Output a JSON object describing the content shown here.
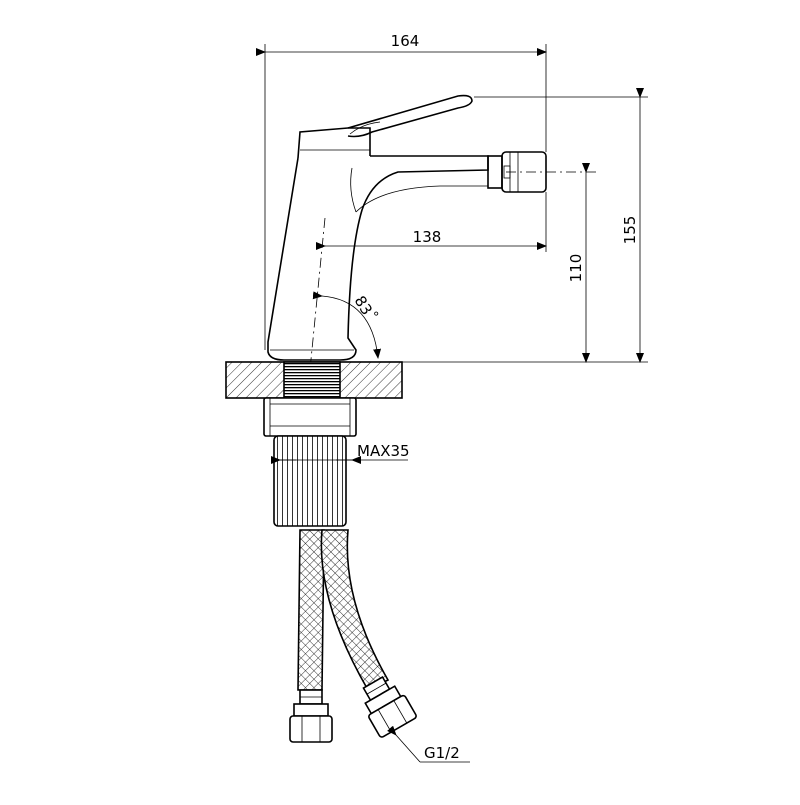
{
  "dimensions": {
    "overall_width": "164",
    "spout_reach": "138",
    "overall_height": "155",
    "spout_height": "110",
    "angle": "83",
    "angle_unit": "°",
    "max_deck_thickness": "MAX35",
    "hose_thread": "G1/2"
  }
}
